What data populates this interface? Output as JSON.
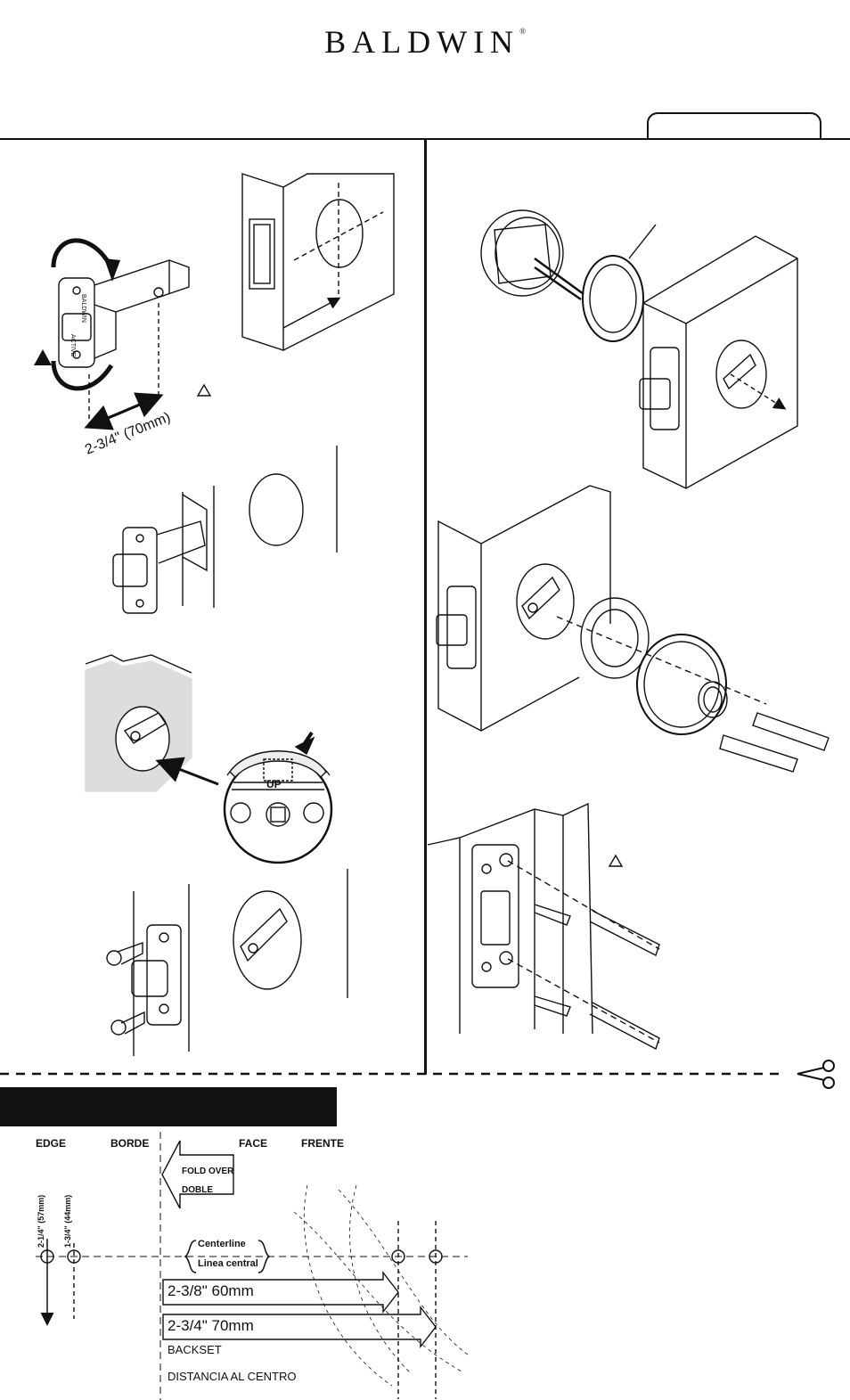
{
  "brand": {
    "name": "BALDWIN",
    "registered": "®"
  },
  "latch": {
    "backset_label": "2-3/4\" (70mm)",
    "face_text": "BALDWIN",
    "face_text_rev": "ACTIVE"
  },
  "rose": {
    "up_label": "UP"
  },
  "template": {
    "edge": "EDGE",
    "borde": "BORDE",
    "face": "FACE",
    "frente": "FRENTE",
    "fold_over": "FOLD OVER",
    "doble": "DOBLE",
    "dim_57": "2-1/4\" (57mm)",
    "dim_44": "1-3/4\" (44mm)",
    "centerline": "Centerline",
    "linea_central": "Linea central",
    "backset_60": "2-3/8\" 60mm",
    "backset_70": "2-3/4\" 70mm",
    "backset": "BACKSET",
    "distancia": "DISTANCIA AL CENTRO"
  }
}
